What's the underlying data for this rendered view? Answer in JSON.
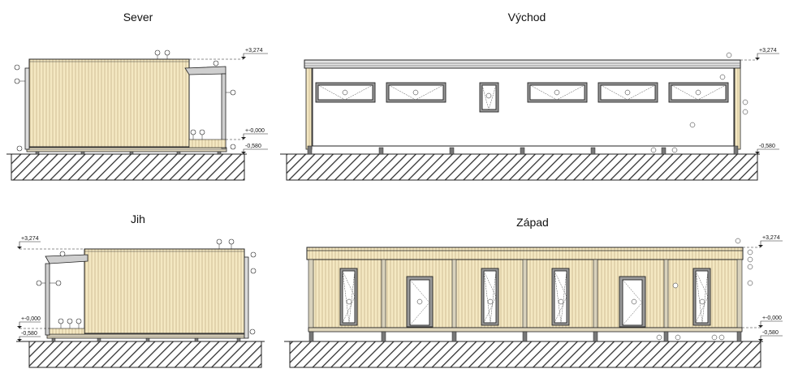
{
  "colors": {
    "wood": "#f4e8c2",
    "wood_line": "#b8a278",
    "outline": "#222222",
    "ground_hatch": "#333333",
    "paper": "#ffffff",
    "window_fill": "#cfcfcf"
  },
  "elevations": {
    "north": {
      "title": "Sever",
      "level_top": "+3,274",
      "level_floor": "+-0,000",
      "level_ground": "-0,580"
    },
    "east": {
      "title": "Východ",
      "level_top": "+3,274",
      "level_ground": "-0,580"
    },
    "south": {
      "title": "Jih",
      "level_top": "+3,274",
      "level_floor": "+-0,000",
      "level_ground": "-0,580"
    },
    "west": {
      "title": "Západ",
      "level_top": "+3,274",
      "level_floor": "+-0,000",
      "level_ground": "-0,580"
    }
  }
}
